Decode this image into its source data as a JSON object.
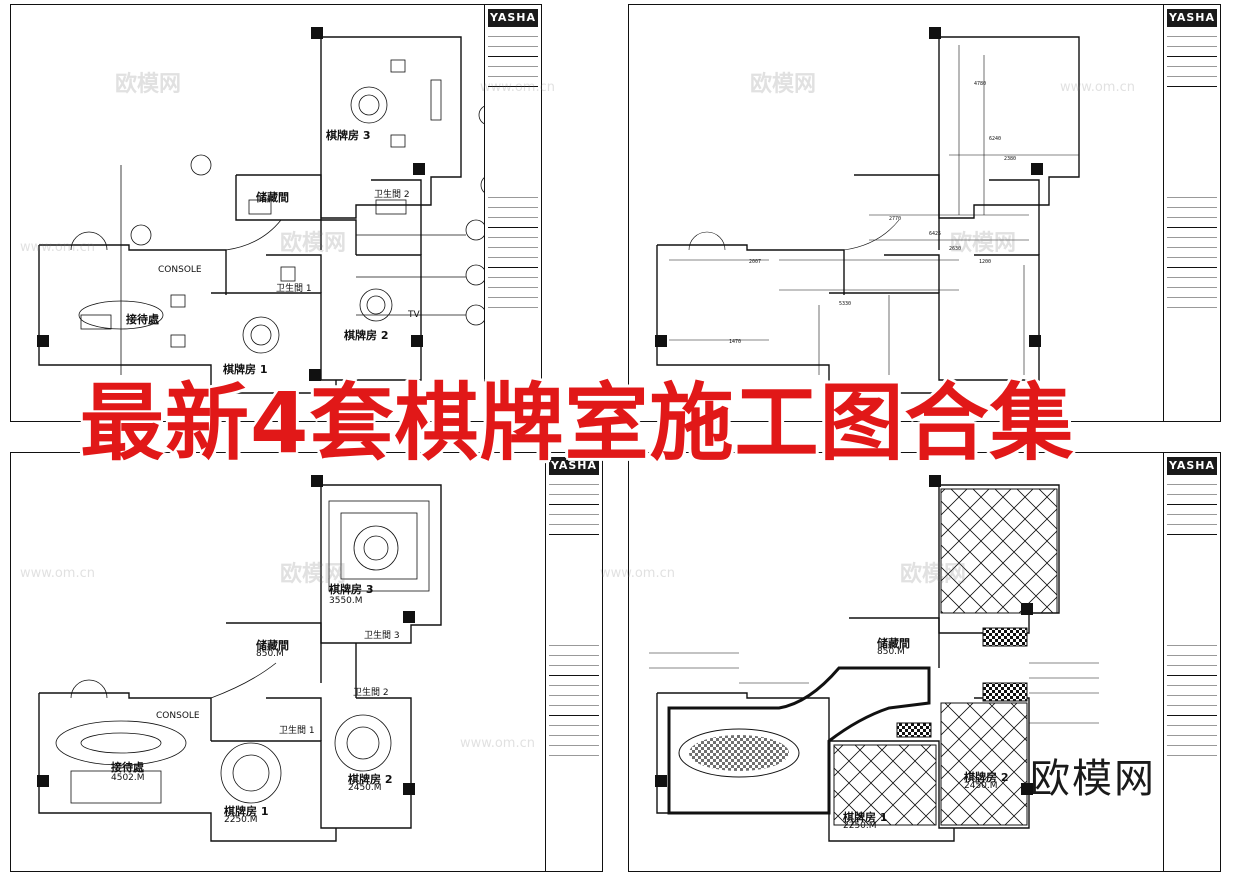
{
  "headline": "最新4套棋牌室施工图合集",
  "watermark_cn": "欧模网",
  "watermark_url": "www.om.cn",
  "brand_logo": "欧模网",
  "title_block_logo": "YASHA",
  "sheets": {
    "sheet1": {
      "room_labels": {
        "reception": "接待處",
        "console": "CONSOLE",
        "card_room_1": "棋牌房 1",
        "card_room_2": "棋牌房 2",
        "card_room_3": "棋牌房 3",
        "storage": "储藏間",
        "toilet_1": "卫生間 1",
        "toilet_2": "卫生間 2",
        "tv": "TV"
      }
    },
    "sheet3": {
      "room_labels": {
        "reception": "接待處",
        "reception_height": "4502.M",
        "console": "CONSOLE",
        "card_room_3": "棋牌房 3",
        "card_room_3_height": "3550.M",
        "card_room_2": "棋牌房 2",
        "card_room_2_height": "2450.M",
        "card_room_1": "棋牌房 1",
        "card_room_1_height": "2250.M",
        "storage": "储藏間",
        "storage_height": "850.M",
        "toilet_1": "卫生間 1",
        "toilet_2": "卫生間 2",
        "toilet_3": "卫生間 3"
      }
    },
    "sheet4": {
      "room_labels": {
        "storage": "储藏間",
        "storage_height": "850.M",
        "card_room_1": "棋牌房 1",
        "card_room_1_height": "2250.M",
        "card_room_2": "棋牌房 2",
        "card_room_2_height": "2450.M"
      }
    }
  },
  "colors": {
    "headline": "#e11818",
    "line": "#111111"
  }
}
